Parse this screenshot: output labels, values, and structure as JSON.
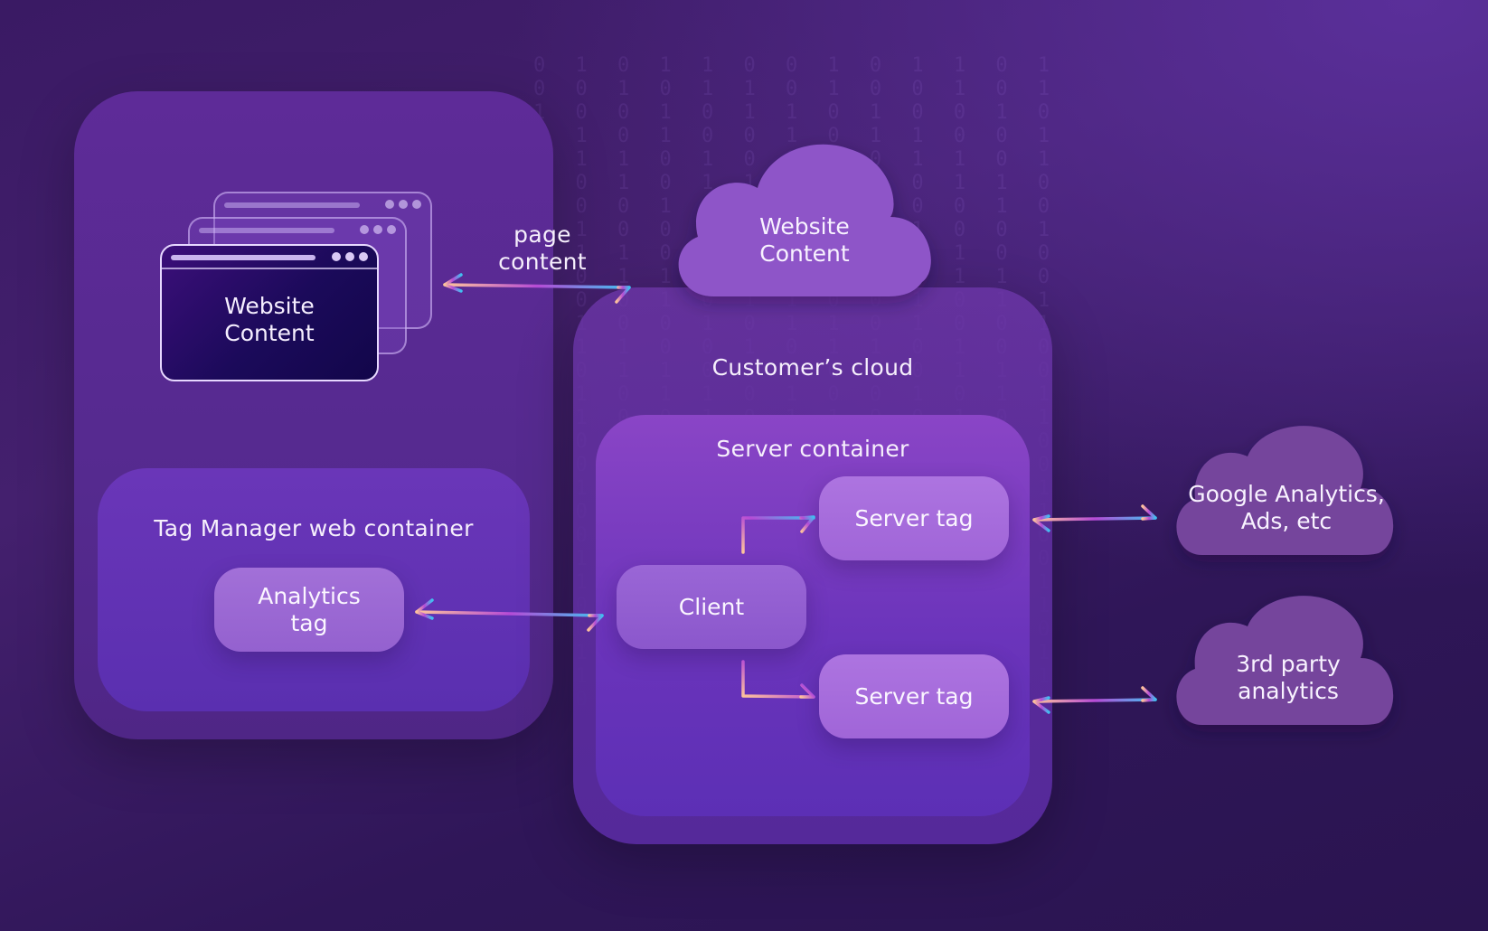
{
  "left_windows": {
    "front_label": "Website Content"
  },
  "web_container": {
    "title": "Tag Manager web container",
    "analytics_tag": "Analytics tag"
  },
  "page_content_label": "page content",
  "top_cloud": {
    "label": "Website Content"
  },
  "customer_cloud": {
    "title": "Customer’s cloud"
  },
  "server_container": {
    "title": "Server container",
    "client": "Client",
    "server_tag_top": "Server tag",
    "server_tag_bottom": "Server tag"
  },
  "destinations": {
    "google": "Google Analytics, Ads, etc",
    "third_party": "3rd party analytics"
  },
  "colors": {
    "background": "#3a1a64",
    "panel": "#5e2b98",
    "web_container": "#6a36b8",
    "server_container": "#8a45c6",
    "cloud_fill": "#8e55c8",
    "destination_cloud_fill": "#74449c",
    "arrow_start": "#ffc59a",
    "arrow_mid": "#b64bd6",
    "arrow_end": "#3fc1f0"
  }
}
